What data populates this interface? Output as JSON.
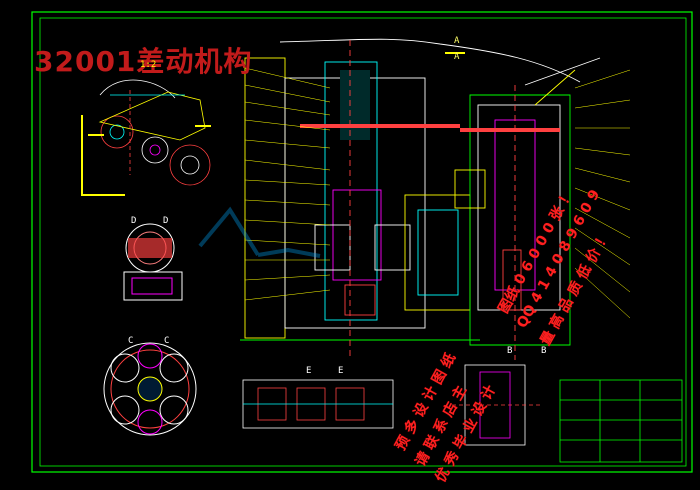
{
  "title": "32001差动机构",
  "scale_note": "1:2",
  "view_labels": {
    "a_top": "A",
    "a_bottom": "A",
    "d_left": "D",
    "d_right": "D",
    "c_left": "C",
    "c_right": "C",
    "b_left": "B",
    "b_right": "B",
    "e_left": "E",
    "e_right": "E"
  },
  "watermarks": {
    "line1": "图纸 0 6 0 0 0 张 ！",
    "line2": "QQ 4 1 4 0 8 9 6 0 9",
    "line3": "量 高 品 质 低 价 ！",
    "line4": "预 多 设 计 图 纸",
    "line5": "请 联 系 店 主",
    "line6": "优 秀 毕 业 设 计"
  },
  "colors": {
    "background": "#000000",
    "frame": "#00ff00",
    "outline": "#ffffff",
    "cyan": "#00ffff",
    "magenta": "#ff00ff",
    "yellow": "#ffff00",
    "red": "#ff2020",
    "title_red": "#c21b1b"
  }
}
